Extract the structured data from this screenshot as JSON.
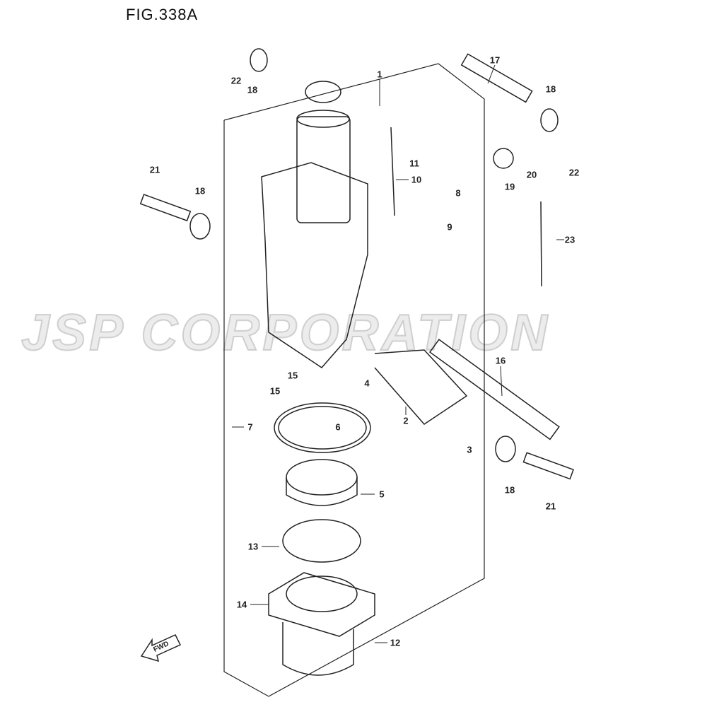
{
  "title": "FIG.338A",
  "watermark": "JSP CORPORATION",
  "fwd_label": "FWD",
  "callouts": [
    {
      "id": "c1",
      "text": "1"
    },
    {
      "id": "c17",
      "text": "17"
    },
    {
      "id": "c18a",
      "text": "18"
    },
    {
      "id": "c22a",
      "text": "22"
    },
    {
      "id": "c18b",
      "text": "18"
    },
    {
      "id": "c11",
      "text": "11"
    },
    {
      "id": "c10",
      "text": "10"
    },
    {
      "id": "c21a",
      "text": "21"
    },
    {
      "id": "c18c",
      "text": "18"
    },
    {
      "id": "c19",
      "text": "19"
    },
    {
      "id": "c20",
      "text": "20"
    },
    {
      "id": "c22b",
      "text": "22"
    },
    {
      "id": "c8",
      "text": "8"
    },
    {
      "id": "c9",
      "text": "9"
    },
    {
      "id": "c23",
      "text": "23"
    },
    {
      "id": "c16",
      "text": "16"
    },
    {
      "id": "c4",
      "text": "4"
    },
    {
      "id": "c15a",
      "text": "15"
    },
    {
      "id": "c15b",
      "text": "15"
    },
    {
      "id": "c2",
      "text": "2"
    },
    {
      "id": "c3",
      "text": "3"
    },
    {
      "id": "c7",
      "text": "7"
    },
    {
      "id": "c6",
      "text": "6"
    },
    {
      "id": "c5",
      "text": "5"
    },
    {
      "id": "c18d",
      "text": "18"
    },
    {
      "id": "c21b",
      "text": "21"
    },
    {
      "id": "c13",
      "text": "13"
    },
    {
      "id": "c14",
      "text": "14"
    },
    {
      "id": "c12",
      "text": "12"
    }
  ]
}
